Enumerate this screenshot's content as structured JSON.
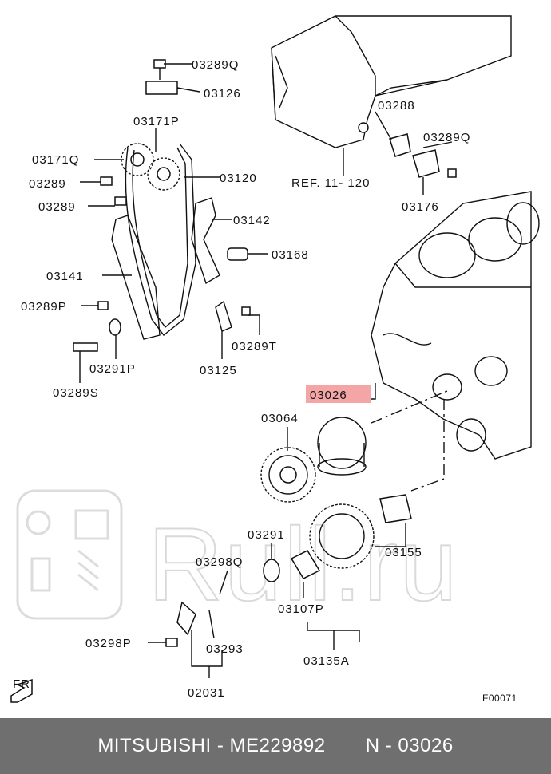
{
  "labels": {
    "p03289q_top": "03289Q",
    "p03126": "03126",
    "p03171p": "03171P",
    "p03171q": "03171Q",
    "p03120": "03120",
    "p03289_a": "03289",
    "p03289_b": "03289",
    "p03142": "03142",
    "p03168": "03168",
    "p03141": "03141",
    "p03289p": "03289P",
    "p03291p": "03291P",
    "p03289t": "03289T",
    "p03125": "03125",
    "p03289s": "03289S",
    "p03288": "03288",
    "p03289q_right": "03289Q",
    "ref": "REF. 11- 120",
    "p03176": "03176",
    "p03026": "03026",
    "p03064": "03064",
    "p03155": "03155",
    "p03291": "03291",
    "p03298q": "03298Q",
    "p03107p": "03107P",
    "p03298p": "03298P",
    "p03293": "03293",
    "p03135a": "03135A",
    "p02031": "02031",
    "fr": "FR",
    "figure_code": "F00071"
  },
  "watermark": "Rull.ru",
  "footer": {
    "brand_part": "MITSUBISHI - ME229892",
    "callout": "N - 03026"
  },
  "colors": {
    "highlight": "#f4a6a6",
    "footer_bg": "#6f6f6f",
    "footer_text": "#ffffff"
  }
}
